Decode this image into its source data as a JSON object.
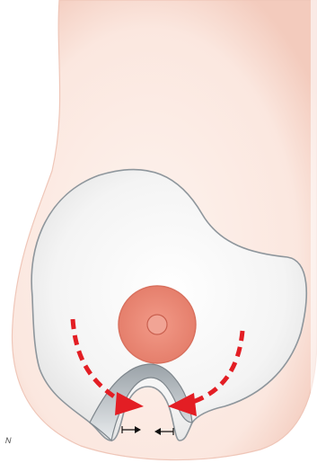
{
  "figure": {
    "corner_mark": "𝑁"
  },
  "colors": {
    "skin_outer": "#f6d9cf",
    "skin_inner": "#fcefe9",
    "skin_outline": "#e6b7a8",
    "area_fill": "#eeeeee",
    "area_outline": "#8e969c",
    "areola": "#ec8e7c",
    "areola_rim": "#d8705e",
    "nipple": "#f1a495",
    "arrow_red": "#e31e24",
    "fold_shadow": "#c7cdd1",
    "small_arrow": "#111111"
  },
  "icons": {
    "main_arrows": "dashed-curved-arrow",
    "small_arrows": "push-arrow"
  }
}
